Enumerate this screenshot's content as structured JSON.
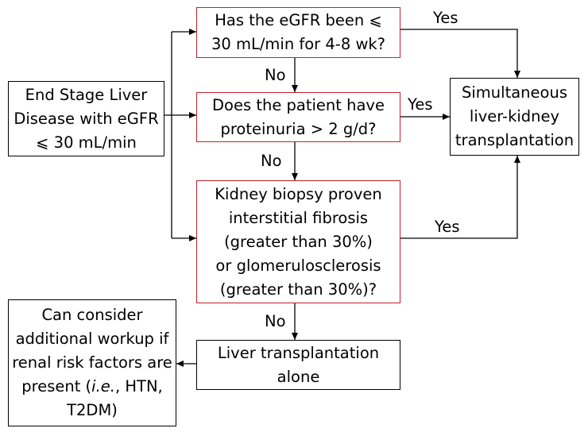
{
  "colors": {
    "decision_border": "#c8202a",
    "outcome_border": "#000000",
    "connector": "#000000"
  },
  "nodes": {
    "start": "End Stage Liver\nDisease with eGFR\n⩽ 30 mL/min",
    "q1": "Has the eGFR been ⩽\n30 mL/min for 4-8 wk?",
    "q2": "Does the patient have\nproteinuria > 2 g/d?",
    "q3": "Kidney biopsy proven\ninterstitial fibrosis\n(greater than 30%)\nor glomerulosclerosis\n(greater than 30%)?",
    "slkt": "Simultaneous\nliver-kidney\ntransplantation",
    "lta": "Liver transplantation\nalone",
    "consider_prefix": "Can consider\nadditional workup if\nrenal risk factors are\npresent (",
    "consider_italic": "i.e.",
    "consider_suffix": ", HTN,\nT2DM)"
  },
  "edge_labels": {
    "q1_yes": "Yes",
    "q1_no": "No",
    "q2_yes": "Yes",
    "q2_no": "No",
    "q3_yes": "Yes",
    "q3_no": "No"
  }
}
